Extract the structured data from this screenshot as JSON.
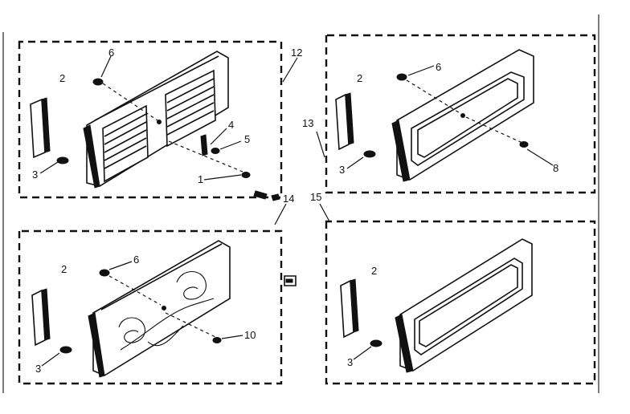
{
  "diagram": {
    "callouts": {
      "p1_2": "2",
      "p1_3": "3",
      "p1_6": "6",
      "p1_4": "4",
      "p1_5": "5",
      "p1_1": "1",
      "p1_12": "12",
      "p2_2": "2",
      "p2_3": "3",
      "p2_6": "6",
      "p2_8": "8",
      "p2_13": "13",
      "p3_2": "2",
      "p3_3": "3",
      "p3_6": "6",
      "p3_10": "10",
      "p3_14": "14",
      "p4_2": "2",
      "p4_3": "3",
      "p4_15": "15"
    }
  }
}
